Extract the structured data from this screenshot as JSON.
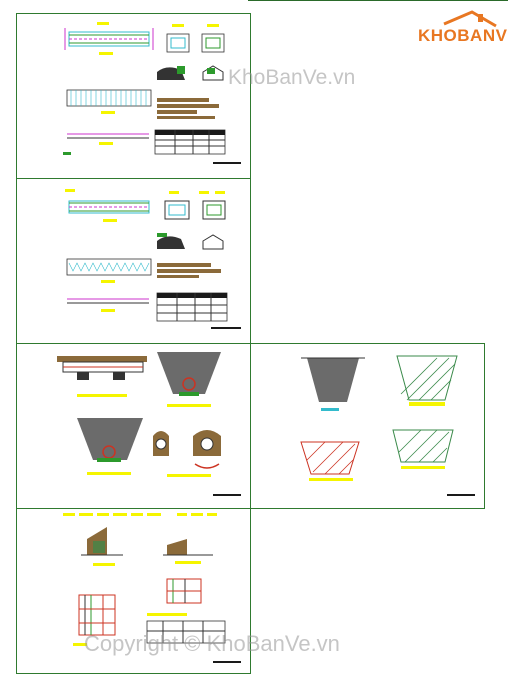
{
  "logo": {
    "text": "KHOBANVE",
    "icon": "house-roof-icon",
    "color": "#e87722"
  },
  "watermarks": {
    "site": "KhoBanVe.vn",
    "copyright": "Copyright © KhoBanVe.vn"
  },
  "colors": {
    "frame": "#2f7a2f",
    "yellow_label": "#f5f500",
    "magenta_dim": "#cc33cc",
    "cyan_line": "#33bbcc",
    "brown_fill": "#8b6a3a",
    "red_hatch": "#cc3322",
    "green_hatch": "#3a8a4a",
    "grey_fill": "#6b6b6b"
  }
}
